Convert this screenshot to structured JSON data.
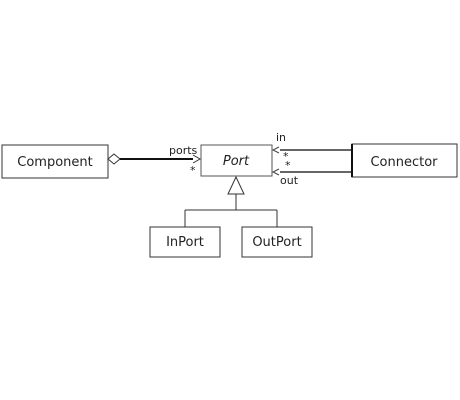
{
  "classes": {
    "component": "Component",
    "port": "Port",
    "connector": "Connector",
    "inport": "InPort",
    "outport": "OutPort"
  },
  "roles": {
    "ports": "ports",
    "ports_mult": "*",
    "in": "in",
    "in_mult": "*",
    "out": "out",
    "out_mult": "*"
  }
}
